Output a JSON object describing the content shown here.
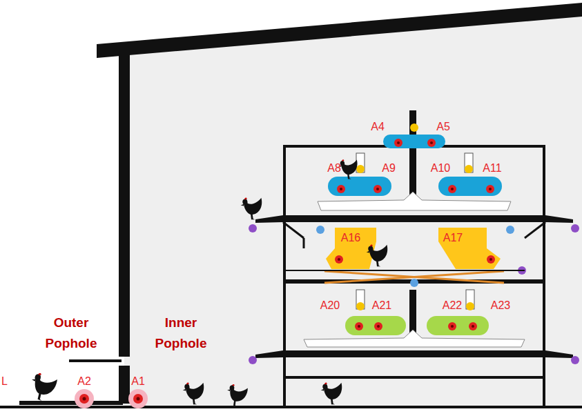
{
  "diagram": {
    "labels": [
      "Outer Pophole",
      "Inner Pophole",
      "L",
      "A2",
      "A1",
      "A4",
      "A5",
      "A8",
      "A9",
      "A10",
      "A11",
      "A16",
      "A17",
      "A20",
      "A21",
      "A22",
      "A23"
    ]
  }
}
